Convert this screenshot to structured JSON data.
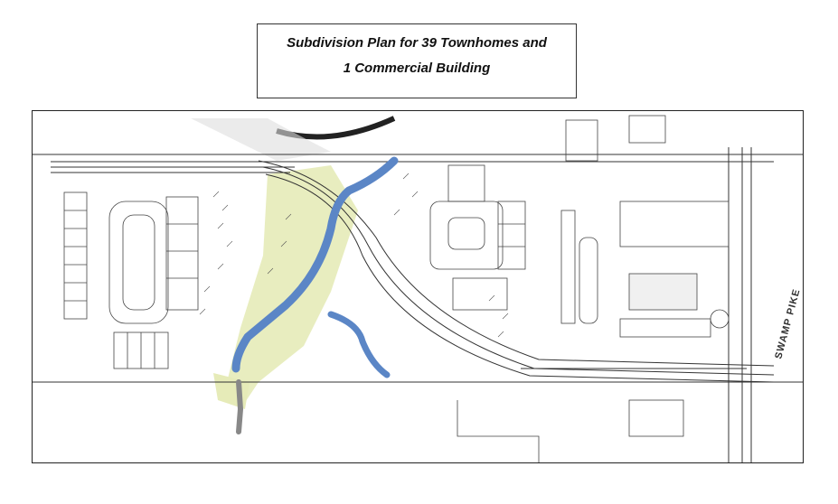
{
  "title": {
    "line1": "Subdivision Plan for 39 Townhomes and",
    "line2": "1 Commercial Building"
  },
  "plan": {
    "road_label": "SWAMP PIKE",
    "colors": {
      "stream": "#5b86c6",
      "wetland": "#e6ebb8",
      "linework": "#333333"
    }
  }
}
